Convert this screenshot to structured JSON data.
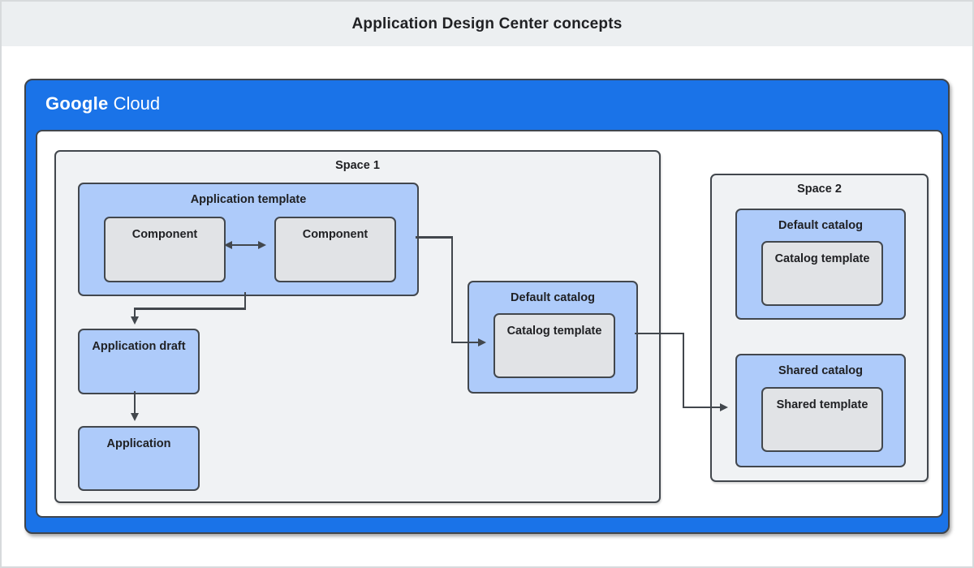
{
  "header": {
    "title": "Application Design Center concepts"
  },
  "brand": {
    "name_primary": "Google",
    "name_secondary": "Cloud"
  },
  "space1": {
    "label": "Space 1",
    "application_template": {
      "label": "Application template",
      "components": [
        {
          "label": "Component"
        },
        {
          "label": "Component"
        }
      ]
    },
    "application_draft": {
      "label": "Application draft"
    },
    "application": {
      "label": "Application"
    },
    "default_catalog": {
      "label": "Default catalog",
      "catalog_template": {
        "label": "Catalog template"
      }
    }
  },
  "space2": {
    "label": "Space 2",
    "default_catalog": {
      "label": "Default catalog",
      "catalog_template": {
        "label": "Catalog template"
      }
    },
    "shared_catalog": {
      "label": "Shared catalog",
      "shared_template": {
        "label": "Shared template"
      }
    }
  },
  "colors": {
    "google_blue": "#1a73e8",
    "light_blue_box": "#aecbfa",
    "gray_box": "#e1e3e6",
    "space_fill": "#f0f2f4",
    "line_and_border": "#42474d",
    "header_band": "#eceff1",
    "text": "#202124"
  }
}
